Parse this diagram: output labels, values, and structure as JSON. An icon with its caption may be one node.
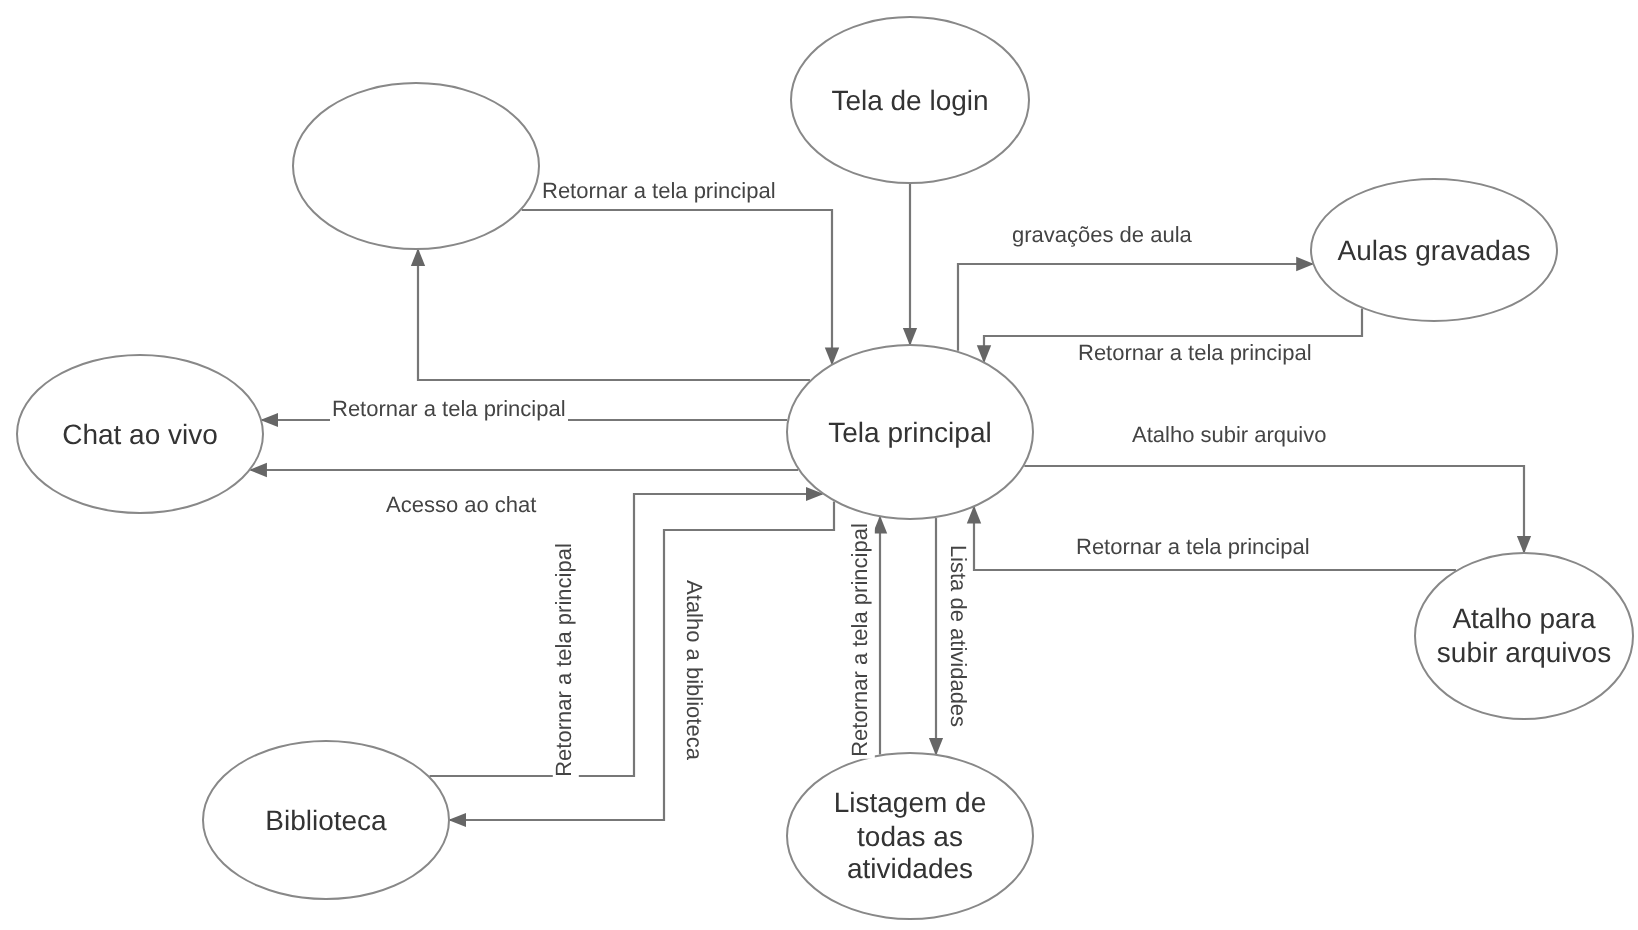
{
  "diagram": {
    "nodes": [
      {
        "text": [
          "Tela de login"
        ]
      },
      {
        "text": [],
        "shape": "circle"
      },
      {
        "text": [
          "Aulas gravadas"
        ]
      },
      {
        "text": [
          "Tela principal"
        ]
      },
      {
        "text": [
          "Chat ao vivo"
        ]
      },
      {
        "text": [
          "Atalho para subir arquivos"
        ]
      },
      {
        "text": [
          "Biblioteca"
        ]
      },
      {
        "text": [
          "Listagem de todas as atividades"
        ]
      }
    ],
    "edges": [
      {
        "from": 0,
        "to": 3,
        "arrow": "to"
      },
      {
        "from": 3,
        "to": 1,
        "arrow": "to"
      },
      {
        "from": 1,
        "to": 3,
        "arrow": "to",
        "label": "Retornar a tela principal"
      },
      {
        "from": 3,
        "to": 2,
        "arrow": "to",
        "label": "gravações de aula"
      },
      {
        "from": 2,
        "to": 3,
        "arrow": "to",
        "label": "Retornar a tela principal"
      },
      {
        "from": 3,
        "to": 4,
        "arrow": "to",
        "label": "Retornar a tela principal"
      },
      {
        "from": 3,
        "to": 4,
        "arrow": "to",
        "label": "Acesso ao chat"
      },
      {
        "from": 6,
        "to": 3,
        "arrow": "to",
        "label": "Retornar a tela principal"
      },
      {
        "from": 3,
        "to": 6,
        "arrow": "to",
        "label": "Atalho a biblioteca"
      },
      {
        "from": 7,
        "to": 3,
        "arrow": "to",
        "label": "Retornar a tela principal"
      },
      {
        "from": 3,
        "to": 7,
        "arrow": "to",
        "label": "Lista de atividades"
      },
      {
        "from": 3,
        "to": 5,
        "arrow": "to",
        "label": "Atalho subir arquivo"
      },
      {
        "from": 5,
        "to": 3,
        "arrow": "to",
        "label": "Retornar a tela principal"
      }
    ]
  }
}
